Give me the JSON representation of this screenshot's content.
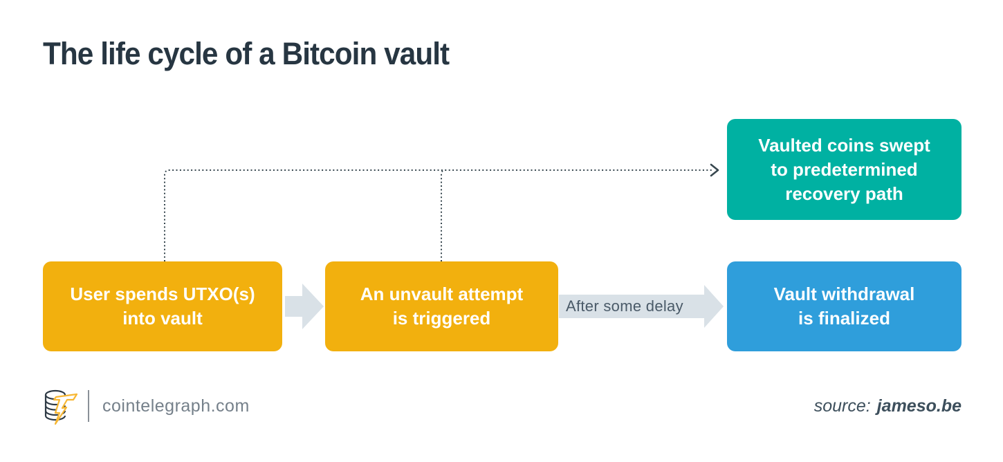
{
  "title": "The life cycle of a Bitcoin vault",
  "diagram": {
    "nodes": [
      {
        "id": "deposit",
        "label": "User spends UTXO(s)\ninto vault",
        "color": "#F2B00E"
      },
      {
        "id": "unvault",
        "label": "An unvault attempt\nis triggered",
        "color": "#F2B00E"
      },
      {
        "id": "withdrawal",
        "label": "Vault withdrawal\nis finalized",
        "color": "#2F9EDB"
      },
      {
        "id": "recovery",
        "label": "Vaulted coins swept\nto predetermined\nrecovery path",
        "color": "#00B1A2"
      }
    ],
    "edges": [
      {
        "from": "deposit",
        "to": "unvault",
        "style": "block-arrow",
        "label": ""
      },
      {
        "from": "unvault",
        "to": "withdrawal",
        "style": "block-arrow",
        "label": "After some delay"
      },
      {
        "from": "deposit",
        "to": "recovery",
        "style": "dotted-arrow",
        "label": ""
      },
      {
        "from": "unvault",
        "to": "recovery",
        "style": "dotted-arrow",
        "label": ""
      }
    ]
  },
  "footer": {
    "site": "cointelegraph.com",
    "source_prefix": "source:",
    "source_name": "jameso.be",
    "logo": "cointelegraph-coin-bolt-logo"
  },
  "colors": {
    "background": "#FFFFFF",
    "title_text": "#273642",
    "node_amber": "#F2B00E",
    "node_teal": "#00B1A2",
    "node_blue": "#2F9EDB",
    "node_text": "#FFFFFF",
    "arrow_fill": "#D9E1E7",
    "arrow_label_text": "#4A5A68",
    "connector": "#37474F",
    "footer_text": "#75808A",
    "source_text": "#3D4F5C",
    "divider": "#8A9198",
    "logo_outline": "#2E3A45",
    "logo_bolt": "#F7B733"
  }
}
